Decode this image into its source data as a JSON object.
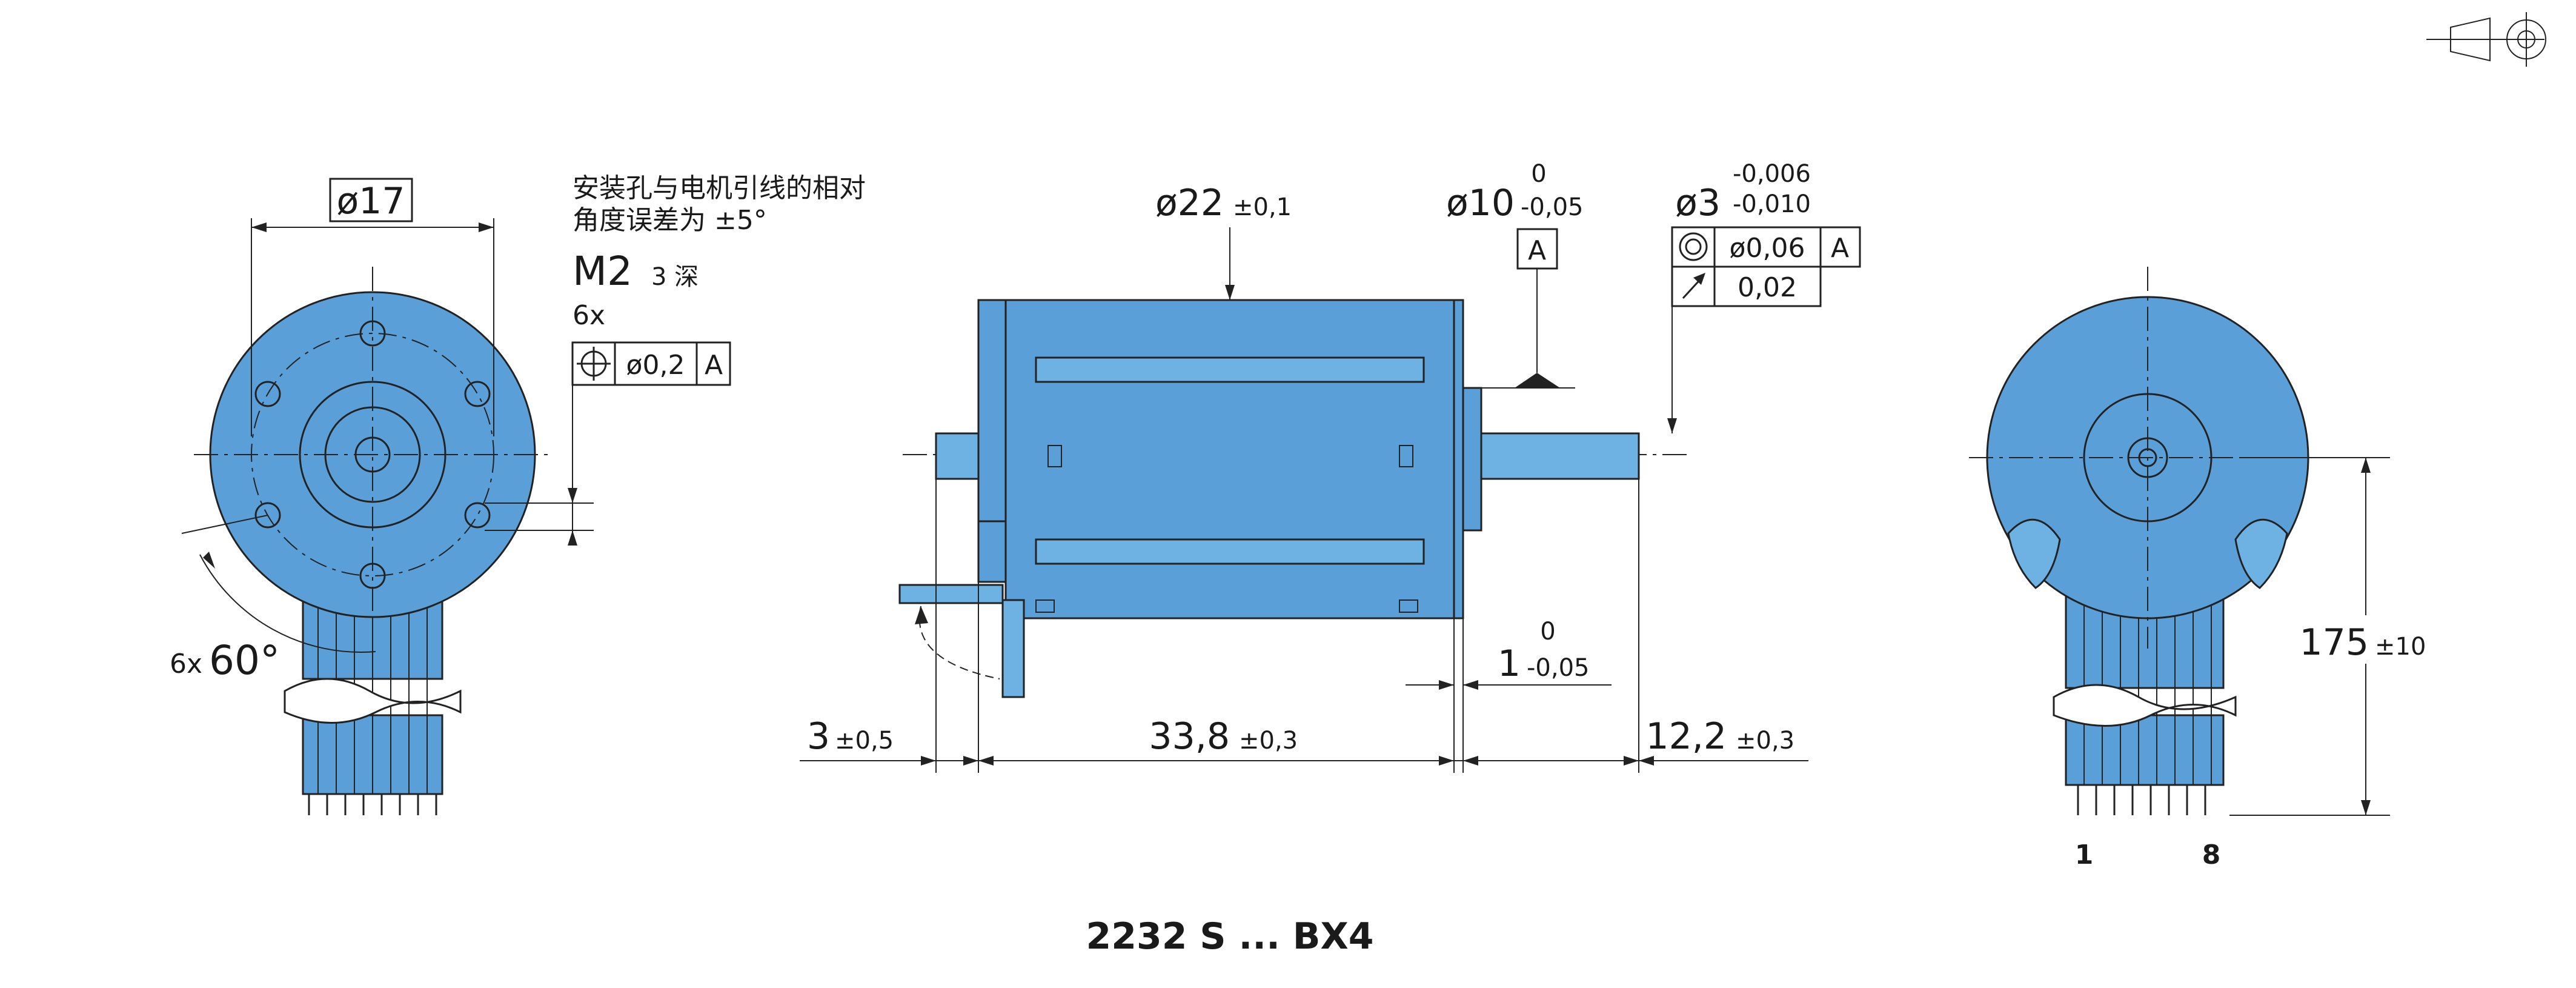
{
  "title": "2232 S ... BX4",
  "projection_symbol": "third-angle-projection-icon",
  "colors": {
    "body": "#5b9fd8",
    "body_light": "#6eb2e4",
    "line": "#222222"
  },
  "front_view": {
    "dia17": "ø17",
    "note_line1": "安装孔与电机引线的相对",
    "note_line2": "角度误差为 ±5°",
    "thread": "M2",
    "thread_depth": "3 深",
    "thread_count": "6x",
    "position_tol_value": "ø0,2",
    "position_tol_datum": "A",
    "angle_count": "6x",
    "angle_value": "60°"
  },
  "side_view": {
    "dia22": "ø22",
    "dia22_tol": "±0,1",
    "dia10": "ø10",
    "dia10_tol_upper": "0",
    "dia10_tol_lower": "-0,05",
    "datum_a": "A",
    "dia3": "ø3",
    "dia3_tol_upper": "-0,006",
    "dia3_tol_lower": "-0,010",
    "concentricity_value": "ø0,06",
    "concentricity_datum": "A",
    "runout_value": "0,02",
    "dim1": "1",
    "dim1_tol_upper": "0",
    "dim1_tol_lower": "-0,05",
    "dim3": "3",
    "dim3_tol": "±0,5",
    "dim33": "33,8",
    "dim33_tol": "±0,3",
    "dim12": "12,2",
    "dim12_tol": "±0,3"
  },
  "rear_view": {
    "lead_length": "175",
    "lead_length_tol": "±10",
    "pin_first": "1",
    "pin_last": "8"
  }
}
